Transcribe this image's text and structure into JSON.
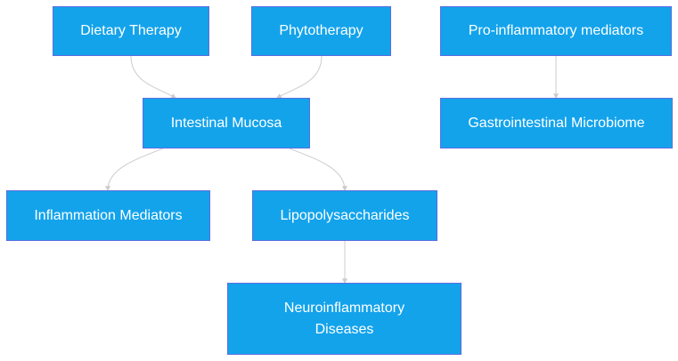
{
  "colors": {
    "node_fill": "#13a3eb",
    "node_border": "#5b6ee1",
    "node_text": "#ffffff",
    "edge": "#cccccc"
  },
  "nodes": {
    "dietary_therapy": "Dietary Therapy",
    "phytotherapy": "Phytotherapy",
    "pro_inflammatory_mediators": "Pro-inflammatory mediators",
    "intestinal_mucosa": "Intestinal Mucosa",
    "gastrointestinal_microbiome": "Gastrointestinal Microbiome",
    "inflammation_mediators": "Inflammation Mediators",
    "lipopolysaccharides": "Lipopolysaccharides",
    "neuroinflammatory_diseases": {
      "line1": "Neuroinflammatory",
      "line2": "Diseases"
    }
  },
  "edges": [
    {
      "from": "dietary_therapy",
      "to": "intestinal_mucosa"
    },
    {
      "from": "phytotherapy",
      "to": "intestinal_mucosa"
    },
    {
      "from": "intestinal_mucosa",
      "to": "inflammation_mediators"
    },
    {
      "from": "intestinal_mucosa",
      "to": "lipopolysaccharides"
    },
    {
      "from": "lipopolysaccharides",
      "to": "neuroinflammatory_diseases"
    },
    {
      "from": "pro_inflammatory_mediators",
      "to": "gastrointestinal_microbiome"
    }
  ]
}
